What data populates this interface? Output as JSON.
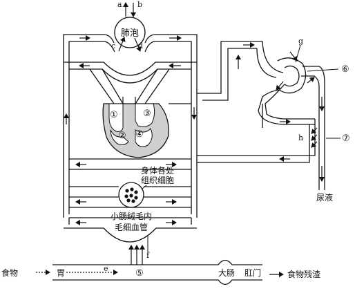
{
  "labels": {
    "alveoli": "肺泡",
    "a": "a",
    "b": "b",
    "c": "c",
    "d": "d",
    "e": "e",
    "f": "f",
    "g": "g",
    "h": "h",
    "circle1": "①",
    "circle2": "②",
    "circle3": "③",
    "circle4": "④",
    "circle5": "⑤",
    "circle6": "⑥",
    "circle7": "⑦",
    "tissue_line1": "身体各处",
    "tissue_line2": "组织细胞",
    "intestine_line1": "小肠绒毛内",
    "intestine_line2": "毛细血管",
    "food": "食物",
    "stomach": "胃",
    "large_intestine": "大肠",
    "anus": "肛门",
    "residue": "食物残渣",
    "urine": "尿液"
  }
}
